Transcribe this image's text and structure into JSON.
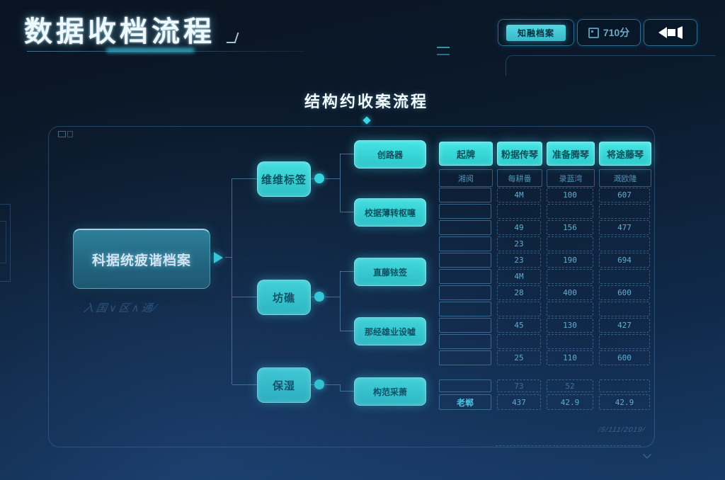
{
  "header": {
    "title": "数据收档流程",
    "actions": [
      {
        "label": "知融档案",
        "type": "primary"
      },
      {
        "label": "710分",
        "icon": "score-icon"
      },
      {
        "label": "",
        "icon": "broadcast-icon"
      }
    ]
  },
  "subtitle": "结构约收案流程",
  "flow": {
    "root_label": "科据统疲谐档案",
    "root_watermark": "入国∨区∧通∕",
    "branches": [
      {
        "label": "维维标签"
      },
      {
        "label": "坊礁"
      },
      {
        "label": "保湿"
      }
    ],
    "leaves": [
      {
        "label": "创路器"
      },
      {
        "label": "校据薄转枢噻"
      },
      {
        "label": "直藤铱签"
      },
      {
        "label": "那经雄业设嘘"
      },
      {
        "label": "构范采萧"
      }
    ]
  },
  "table": {
    "headers": [
      "起牌",
      "粉据传琴",
      "准备腾琴",
      "将途藤琴"
    ],
    "subheaders": [
      "湘阅",
      "每耕番",
      "录蓝湾",
      "溉欧隆"
    ],
    "rows": [
      [
        "",
        "4M",
        "100",
        "607"
      ],
      [
        "",
        "",
        "",
        ""
      ],
      [
        "",
        "49",
        "156",
        "477"
      ],
      [
        "",
        "23",
        "",
        ""
      ],
      [
        "",
        "23",
        "190",
        "694"
      ],
      [
        "",
        "4M",
        "",
        ""
      ],
      [
        "",
        "28",
        "400",
        "600"
      ],
      [
        "",
        "",
        "",
        ""
      ],
      [
        "",
        "45",
        "130",
        "427"
      ],
      [
        "",
        "",
        "",
        ""
      ],
      [
        "",
        "25",
        "110",
        "600"
      ]
    ],
    "summary_faint": [
      "",
      "73",
      "52",
      ""
    ],
    "summary": [
      "老郸",
      "437",
      "42.9",
      "42.9"
    ]
  },
  "footer": {
    "watermark": "/5/111/2019/"
  },
  "colors": {
    "accent": "#38e1e6",
    "box_text": "#0a4f5a",
    "line": "#6eb4d7"
  }
}
